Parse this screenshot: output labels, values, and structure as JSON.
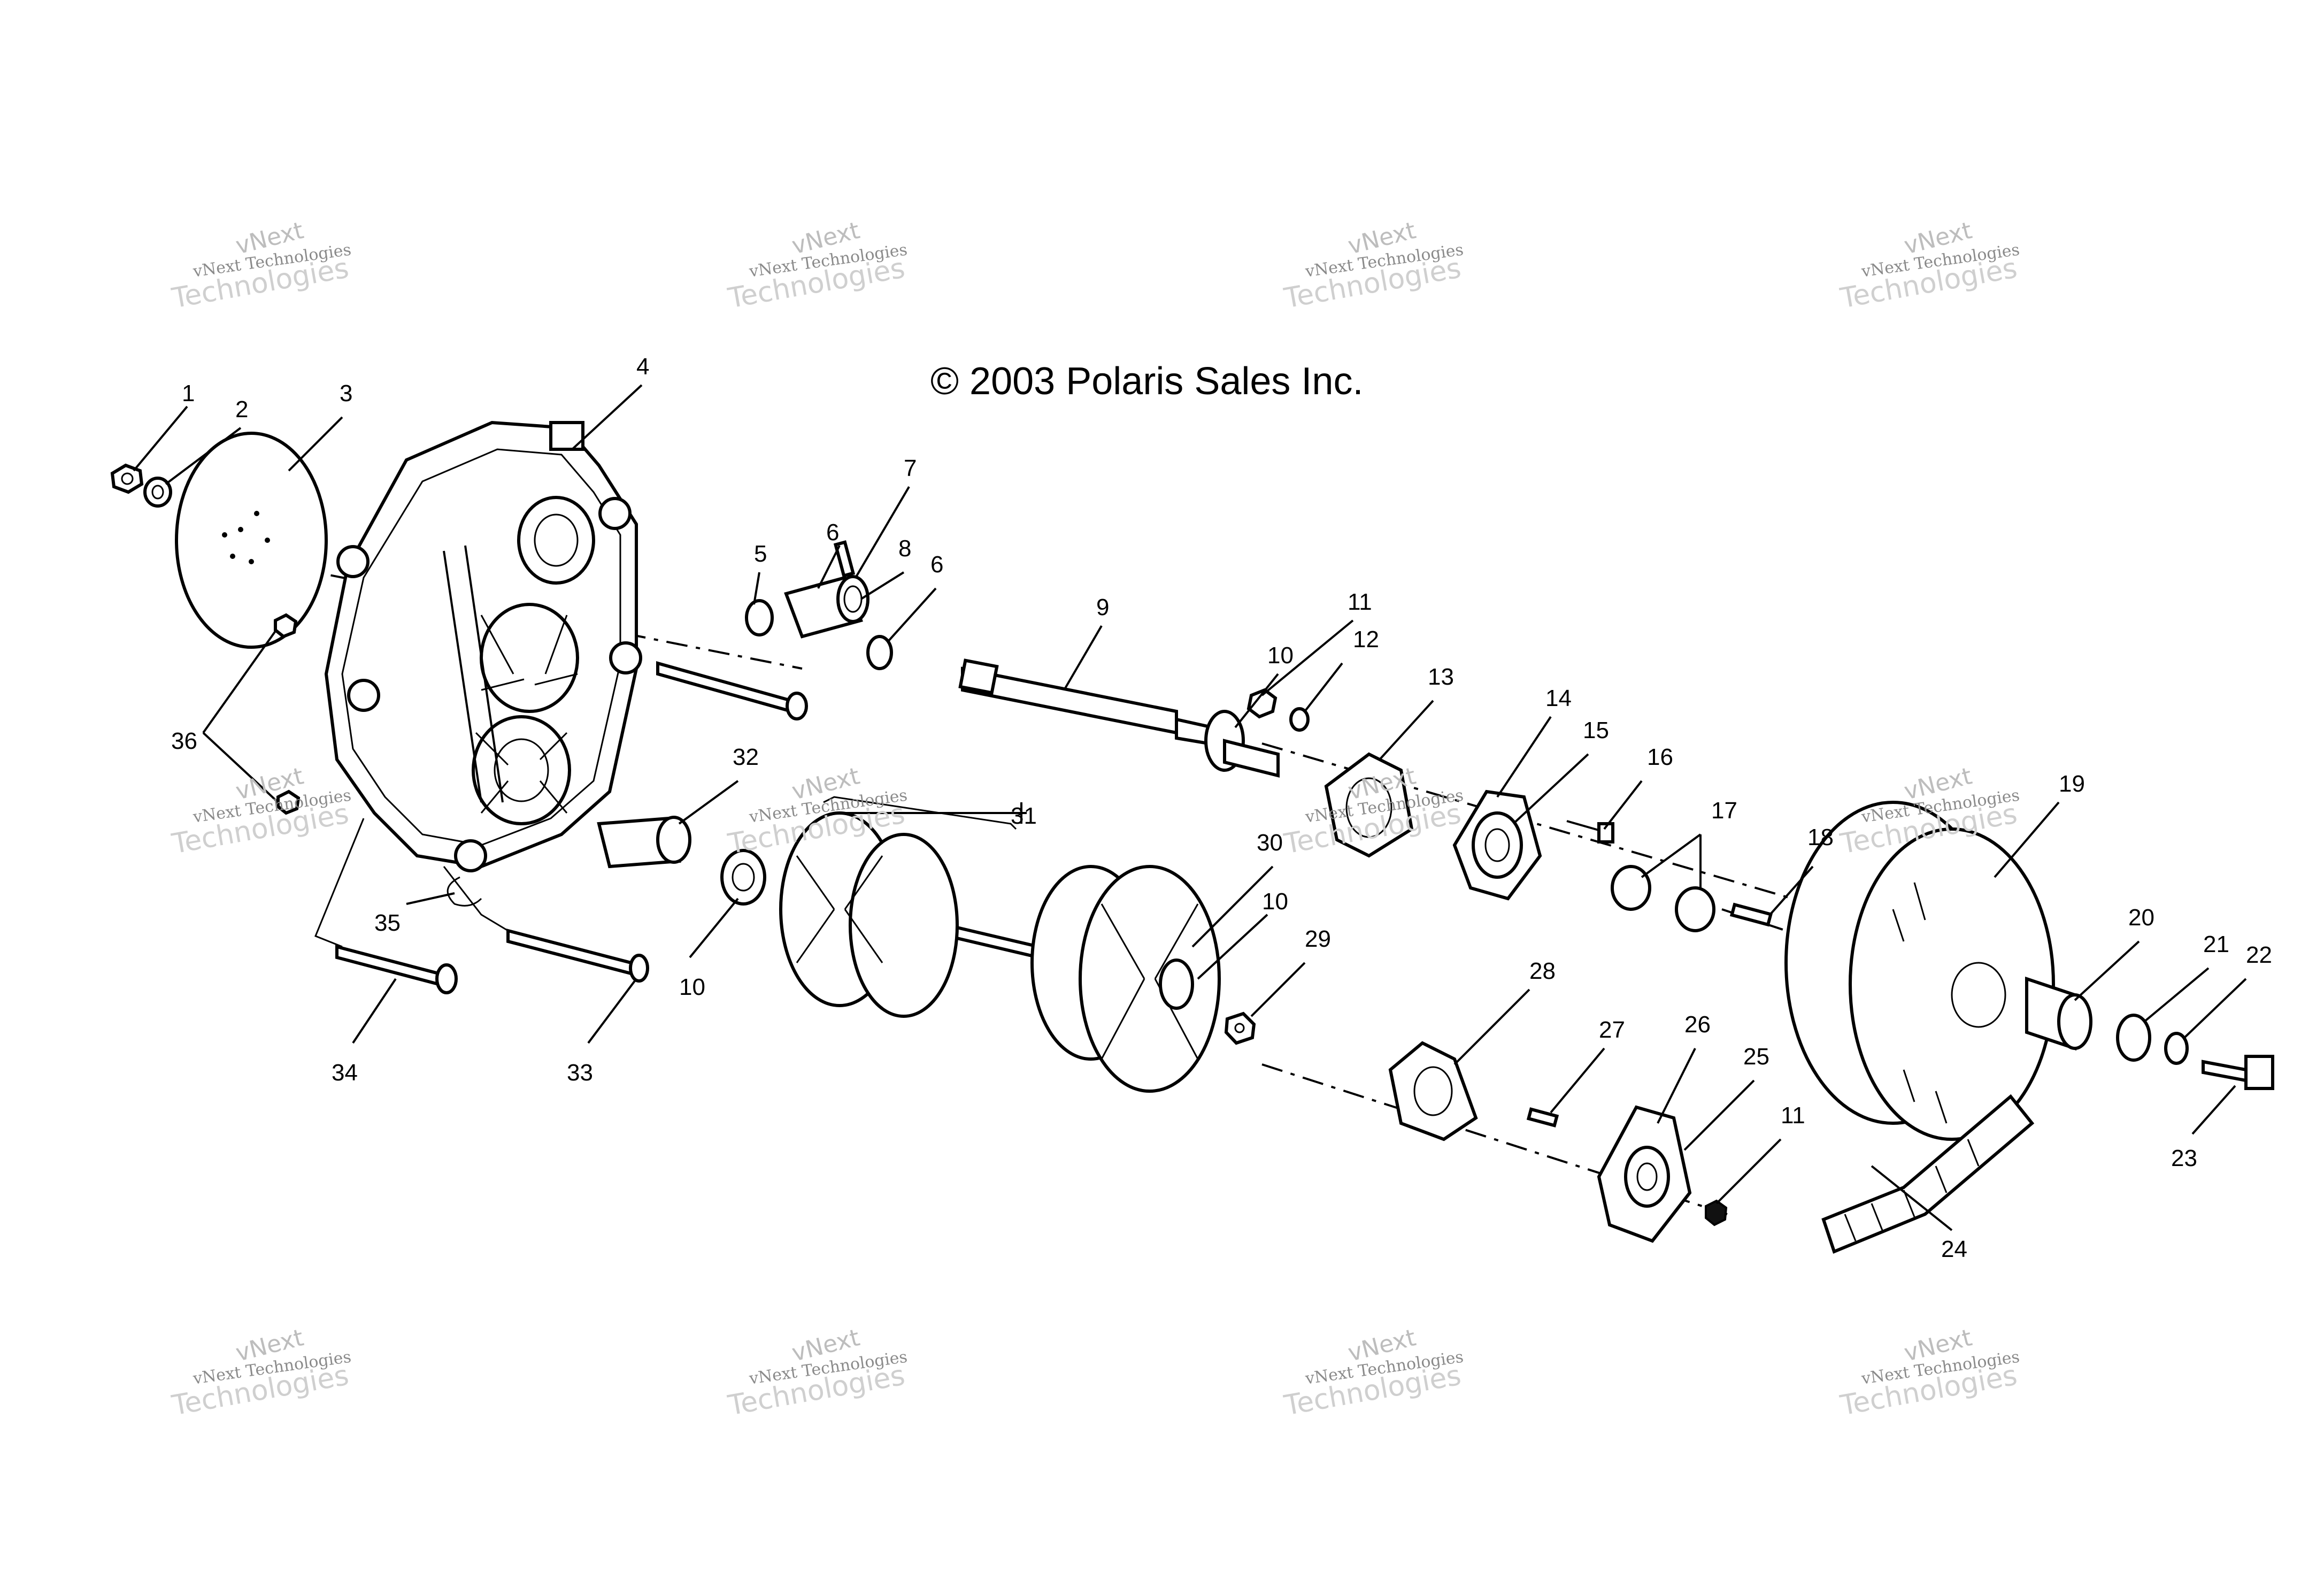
{
  "copyright": "© 2003 Polaris Sales Inc.",
  "watermark": {
    "line1": "vNext",
    "line2": "vNext Technologies",
    "line3": "Technologies"
  },
  "callouts": [
    "1",
    "2",
    "3",
    "4",
    "5",
    "6",
    "7",
    "8",
    "6",
    "9",
    "10",
    "11",
    "12",
    "13",
    "14",
    "15",
    "16",
    "17",
    "18",
    "19",
    "20",
    "21",
    "22",
    "23",
    "24",
    "25",
    "26",
    "27",
    "28",
    "11",
    "29",
    "10",
    "30",
    "31",
    "32",
    "10",
    "35",
    "36",
    "34",
    "33"
  ]
}
